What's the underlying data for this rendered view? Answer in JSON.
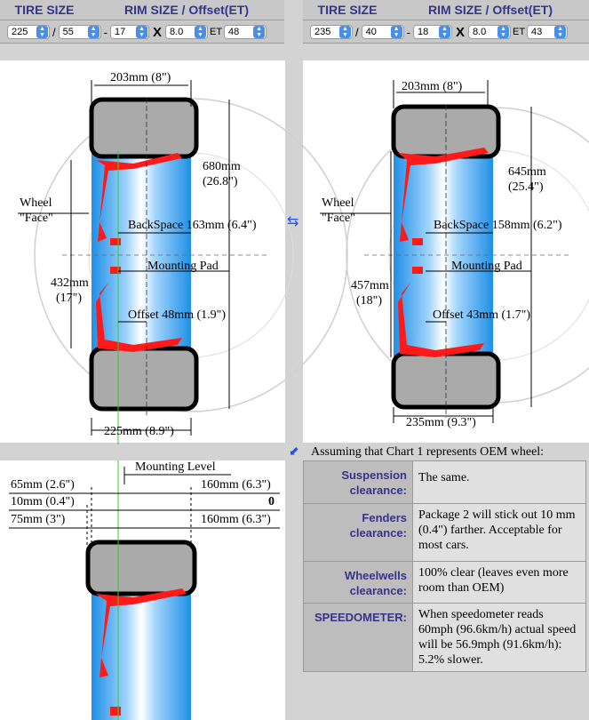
{
  "left": {
    "tire_size_header": "TIRE SIZE",
    "rim_header": "RIM SIZE / Offset(ET)",
    "width": "225",
    "aspect": "55",
    "rim": "17",
    "rim_width": "8.0",
    "et": "48",
    "sep_slash": "/",
    "sep_dash": "-",
    "sep_x": "X",
    "et_label": "ET"
  },
  "right": {
    "tire_size_header": "TIRE SIZE",
    "rim_header": "RIM SIZE / Offset(ET)",
    "width": "235",
    "aspect": "40",
    "rim": "18",
    "rim_width": "8.0",
    "et": "43",
    "sep_slash": "/",
    "sep_dash": "-",
    "sep_x": "X",
    "et_label": "ET"
  },
  "chart1": {
    "rim_width": "203mm (8\")",
    "diameter_mm": "680mm",
    "diameter_in": "(26.8\")",
    "wheel_face_1": "Wheel",
    "wheel_face_2": "\"Face\"",
    "backspace": "BackSpace 163mm (6.4\")",
    "mounting_pad": "Mounting Pad",
    "rim_diam_mm": "432mm",
    "rim_diam_in": "(17\")",
    "offset": "Offset 48mm (1.9\")",
    "tire_width": "225mm (8.9\")"
  },
  "chart2": {
    "rim_width": "203mm (8\")",
    "diameter_mm": "645mm",
    "diameter_in": "(25.4\")",
    "wheel_face_1": "Wheel",
    "wheel_face_2": "\"Face\"",
    "backspace": "BackSpace 158mm (6.2\")",
    "mounting_pad": "Mounting Pad",
    "rim_diam_mm": "457mm",
    "rim_diam_in": "(18\")",
    "offset": "Offset 43mm (1.7\")",
    "tire_width": "235mm (9.3\")"
  },
  "swap_icon": "swap-arrows",
  "comparison_arrow_icon": "arrow-down-left",
  "chart3": {
    "mounting_level": "Mounting Level",
    "left_1": "65mm (2.6\")",
    "left_2": "10mm (0.4\")",
    "left_3": "75mm (3\")",
    "right_1": "160mm (6.3\")",
    "right_2": "0",
    "right_3": "160mm (6.3\")"
  },
  "comparison": {
    "assumption": "Assuming that Chart 1 represents OEM wheel:",
    "rows": [
      {
        "label": "Suspension clearance:",
        "value": "The same."
      },
      {
        "label": "Fenders clearance:",
        "value": "Package 2 will stick out 10 mm (0.4\") farther. Acceptable for most cars."
      },
      {
        "label": "Wheelwells clearance:",
        "value": "100% clear (leaves even more room than OEM)"
      },
      {
        "label": "SPEEDOMETER:",
        "value": "When speedometer reads 60mph (96.6km/h) actual speed will be 56.9mph (91.6km/h): 5.2% slower."
      }
    ]
  },
  "colors": {
    "header_text": "#37338a",
    "spoke": "#ff1a1a",
    "rim_blue": "#3aa0e8",
    "tire": "#aaaaaa",
    "guide_line": "#33cc33"
  }
}
